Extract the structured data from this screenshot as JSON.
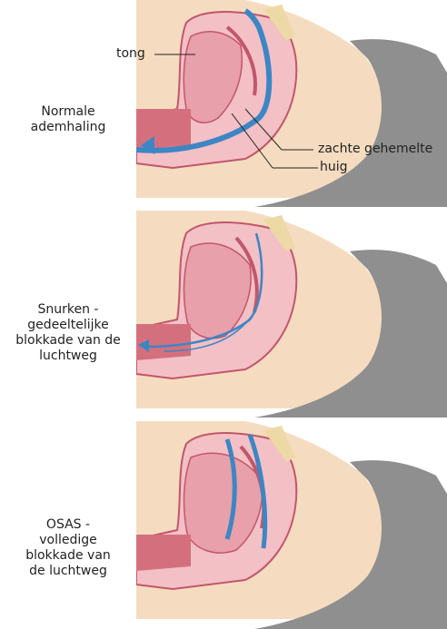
{
  "panels": [
    {
      "label": "Normale\nademhaling"
    },
    {
      "label": "Snurken -\ngedeeltelijke\nblokkade van de\nluchtweg"
    },
    {
      "label": "OSAS -\nvolledige\nblokkade van\nde luchtweg"
    }
  ],
  "annotations": {
    "tong": "tong",
    "zachte_gehemelte": "zachte gehemelte",
    "huig": "huig"
  },
  "colors": {
    "skin": "#f5dcc0",
    "pillow": "#8f8f8f",
    "tissue": "#f3c0c6",
    "tissue_dark": "#c2566a",
    "airflow": "#3d86c4",
    "bone": "#ecd9a6"
  }
}
